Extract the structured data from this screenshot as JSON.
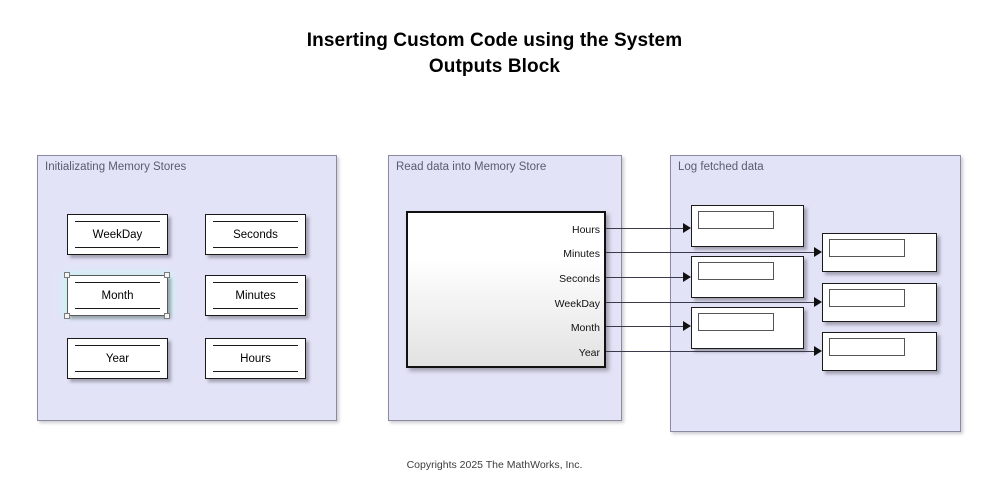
{
  "title": {
    "line1": "Inserting Custom Code using the System",
    "line2": "Outputs Block"
  },
  "footer": "Copyrights 2025 The MathWorks, Inc.",
  "colors": {
    "panel_fill": "#e3e3f7",
    "panel_border": "#8a8aa0",
    "panel_title_text": "#5b5b70",
    "block_border": "#1a1a1a",
    "block_fill": "#ffffff",
    "signal_line": "#3a3a4a",
    "selection_glow": "#cdf2f4",
    "selection_handle": "#7b7b7b",
    "canvas": "#ffffff"
  },
  "panels": [
    {
      "name": "initializing-memory-stores",
      "title": "Initializating Memory Stores"
    },
    {
      "name": "read-data-into-memory-store",
      "title": "Read data into Memory Store"
    },
    {
      "name": "log-fetched-data",
      "title": "Log fetched data"
    }
  ],
  "memory_stores": [
    {
      "label": "WeekDay",
      "selected": false
    },
    {
      "label": "Seconds",
      "selected": false
    },
    {
      "label": "Month",
      "selected": true
    },
    {
      "label": "Minutes",
      "selected": false
    },
    {
      "label": "Year",
      "selected": false
    },
    {
      "label": "Hours",
      "selected": false
    }
  ],
  "read_block": {
    "name": "system-outputs-block",
    "ports": [
      {
        "label": "Hours"
      },
      {
        "label": "Minutes"
      },
      {
        "label": "Seconds"
      },
      {
        "label": "WeekDay"
      },
      {
        "label": "Month"
      },
      {
        "label": "Year"
      }
    ]
  },
  "log_blocks": [
    {
      "name": "log-block-hours",
      "source_port": "Hours",
      "column": "left"
    },
    {
      "name": "log-block-seconds",
      "source_port": "Seconds",
      "column": "left"
    },
    {
      "name": "log-block-month",
      "source_port": "Month",
      "column": "left"
    },
    {
      "name": "log-block-minutes",
      "source_port": "Minutes",
      "column": "right"
    },
    {
      "name": "log-block-weekday",
      "source_port": "WeekDay",
      "column": "right"
    },
    {
      "name": "log-block-year",
      "source_port": "Year",
      "column": "right"
    }
  ]
}
